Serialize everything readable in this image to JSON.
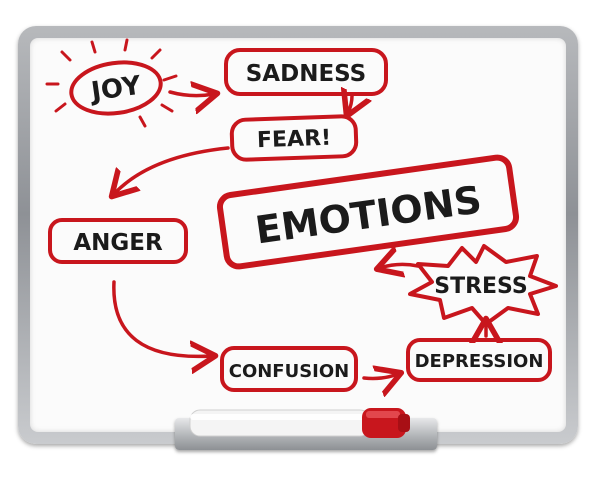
{
  "words": {
    "joy": "JOY",
    "sadness": "SADNESS",
    "fear": "FEAR!",
    "emotions": "EMOTIONS",
    "anger": "ANGER",
    "stress": "STRESS",
    "confusion": "CONFUSION",
    "depression": "DEPRESSION"
  },
  "colors": {
    "marker_red": "#c8161d",
    "ink": "#1b1b1b",
    "board": "#fbfbfb"
  }
}
